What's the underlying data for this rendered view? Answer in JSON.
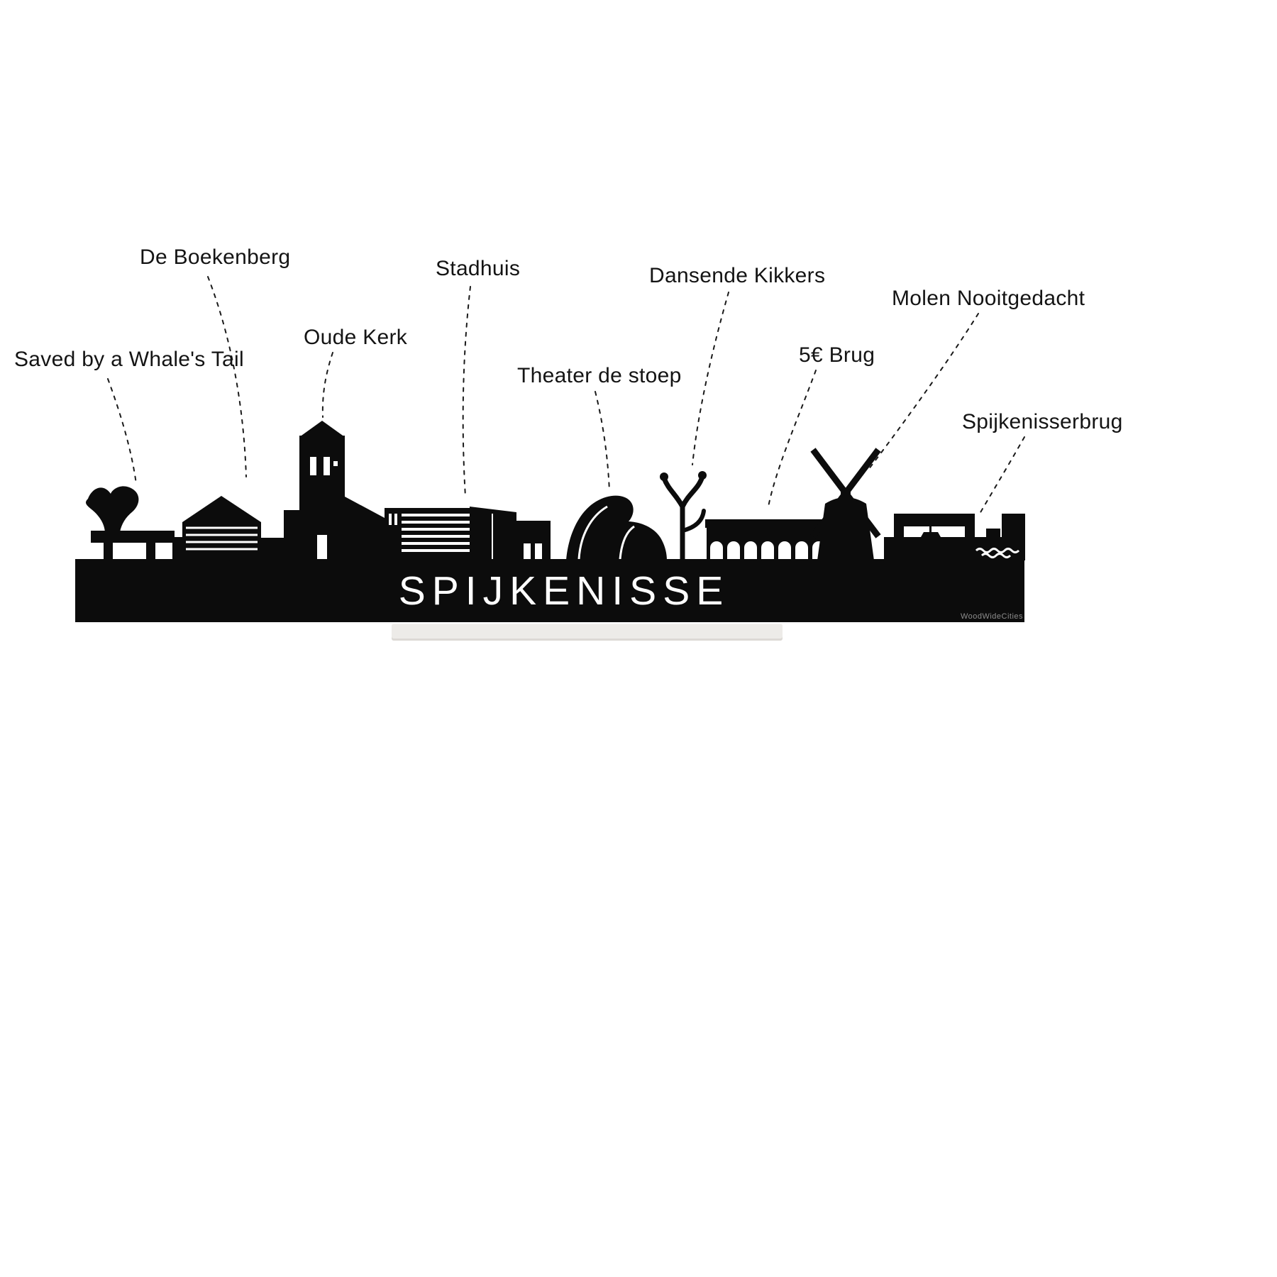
{
  "artwork": {
    "city_name": "SPIJKENISSE",
    "watermark": "WoodWideCities",
    "silhouette_color": "#0c0c0c",
    "stand_color": "#edebe8",
    "background_color": "#ffffff"
  },
  "labels": [
    {
      "id": "saved-by-a-whales-tail",
      "text": "Saved by a Whale's Tail"
    },
    {
      "id": "de-boekenberg",
      "text": "De Boekenberg"
    },
    {
      "id": "oude-kerk",
      "text": "Oude Kerk"
    },
    {
      "id": "stadhuis",
      "text": "Stadhuis"
    },
    {
      "id": "theater-de-stoep",
      "text": "Theater de stoep"
    },
    {
      "id": "dansende-kikkers",
      "text": "Dansende Kikkers"
    },
    {
      "id": "vijf-euro-brug",
      "text": "5€ Brug"
    },
    {
      "id": "molen-nooitgedacht",
      "text": "Molen Nooitgedacht"
    },
    {
      "id": "spijkenisserbrug",
      "text": "Spijkenisserbrug"
    }
  ]
}
